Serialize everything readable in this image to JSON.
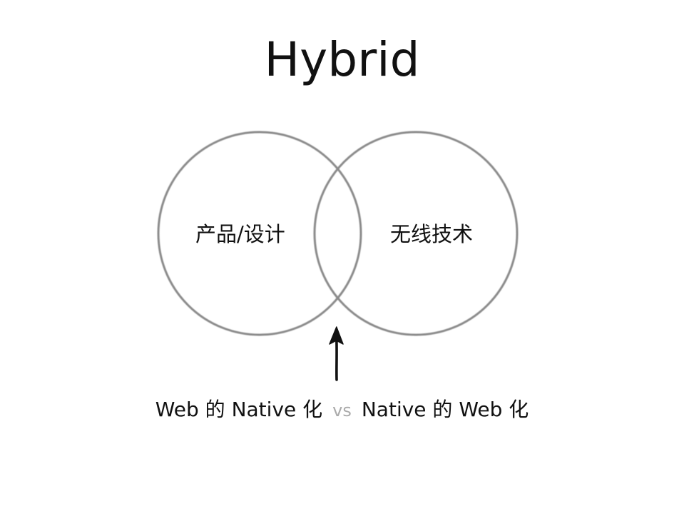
{
  "slide": {
    "title": "Hybrid",
    "diagram": {
      "left_circle_label": "产品/设计",
      "right_circle_label": "无线技术"
    },
    "caption": {
      "left": "Web 的 Native 化",
      "separator": "vs",
      "right": "Native 的 Web 化"
    }
  },
  "colors": {
    "text": "#111111",
    "circle_stroke": "#8a8a8a",
    "separator": "#aaaaaa",
    "arrow": "#111111"
  }
}
